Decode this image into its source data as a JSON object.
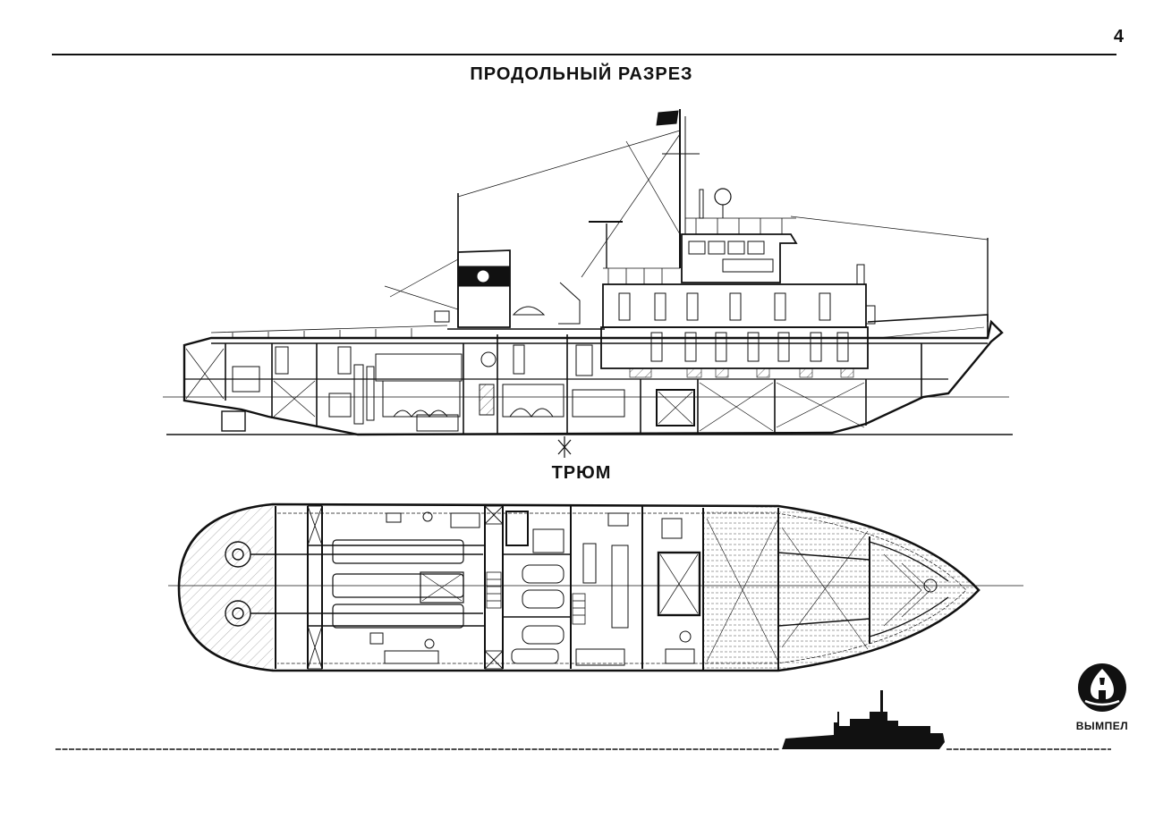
{
  "page": {
    "number": "4"
  },
  "titles": {
    "longitudinal_section": "ПРОДОЛЬНЫЙ РАЗРЕЗ",
    "hold": "ТРЮМ"
  },
  "logo": {
    "name": "ВЫМПЕЛ",
    "icon": "vympel-logo-icon"
  },
  "colors": {
    "ink": "#111111",
    "paper": "#ffffff"
  }
}
